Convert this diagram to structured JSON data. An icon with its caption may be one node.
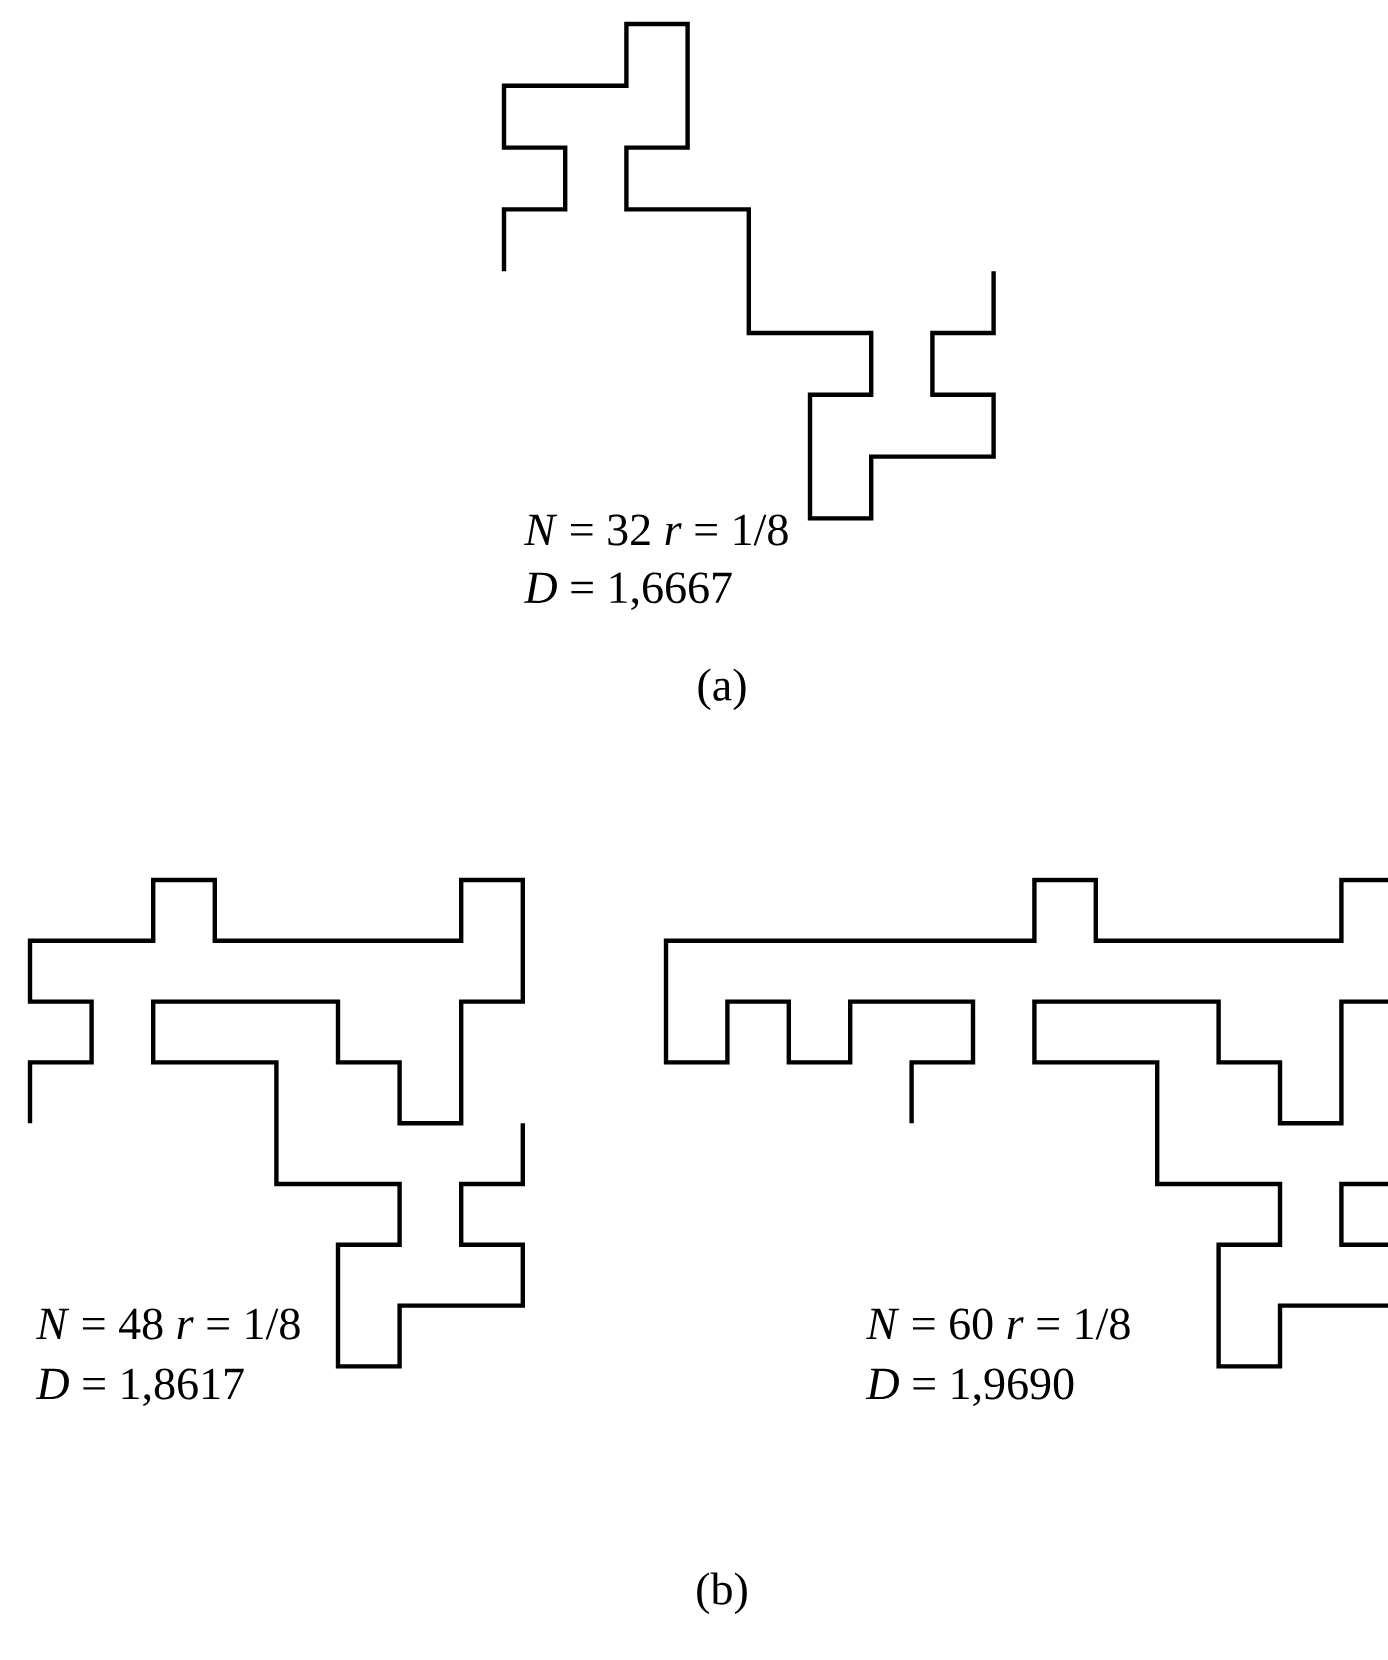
{
  "diagram": {
    "labels": [
      "*N* = 32 *r* = 1/8",
      "*D* = 1,6667",
      "(a)",
      "*N* = 48 *r* = 1/8",
      "*D* = 1,8617",
      "*N* = 60 *r* = 1/8",
      "*D* = 1,9690",
      "(b)"
    ]
  }
}
